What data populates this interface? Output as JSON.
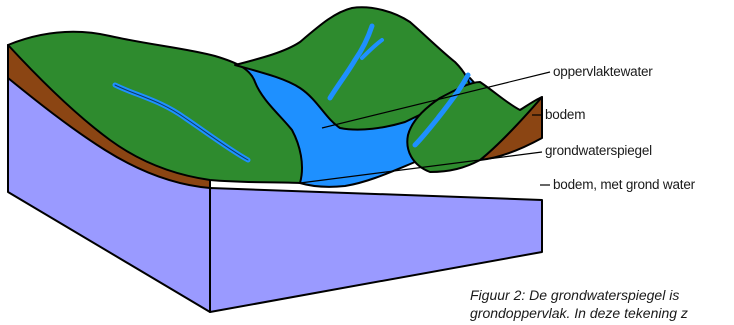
{
  "labels": {
    "oppervlaktewater": "oppervlaktewater",
    "bodem": "bodem",
    "grondwaterspiegel": "grondwaterspiegel",
    "bodem_met_grondwater": "bodem, met grond water"
  },
  "caption": {
    "line1": "Figuur 2: De grondwaterspiegel is",
    "line2": "grondoppervlak. In deze tekening z"
  },
  "colors": {
    "groundwater_soil": "#9a9aff",
    "surface_water": "#1e90ff",
    "soil": "#8b4513",
    "grass": "#2e8b2e",
    "outline": "#000000"
  }
}
